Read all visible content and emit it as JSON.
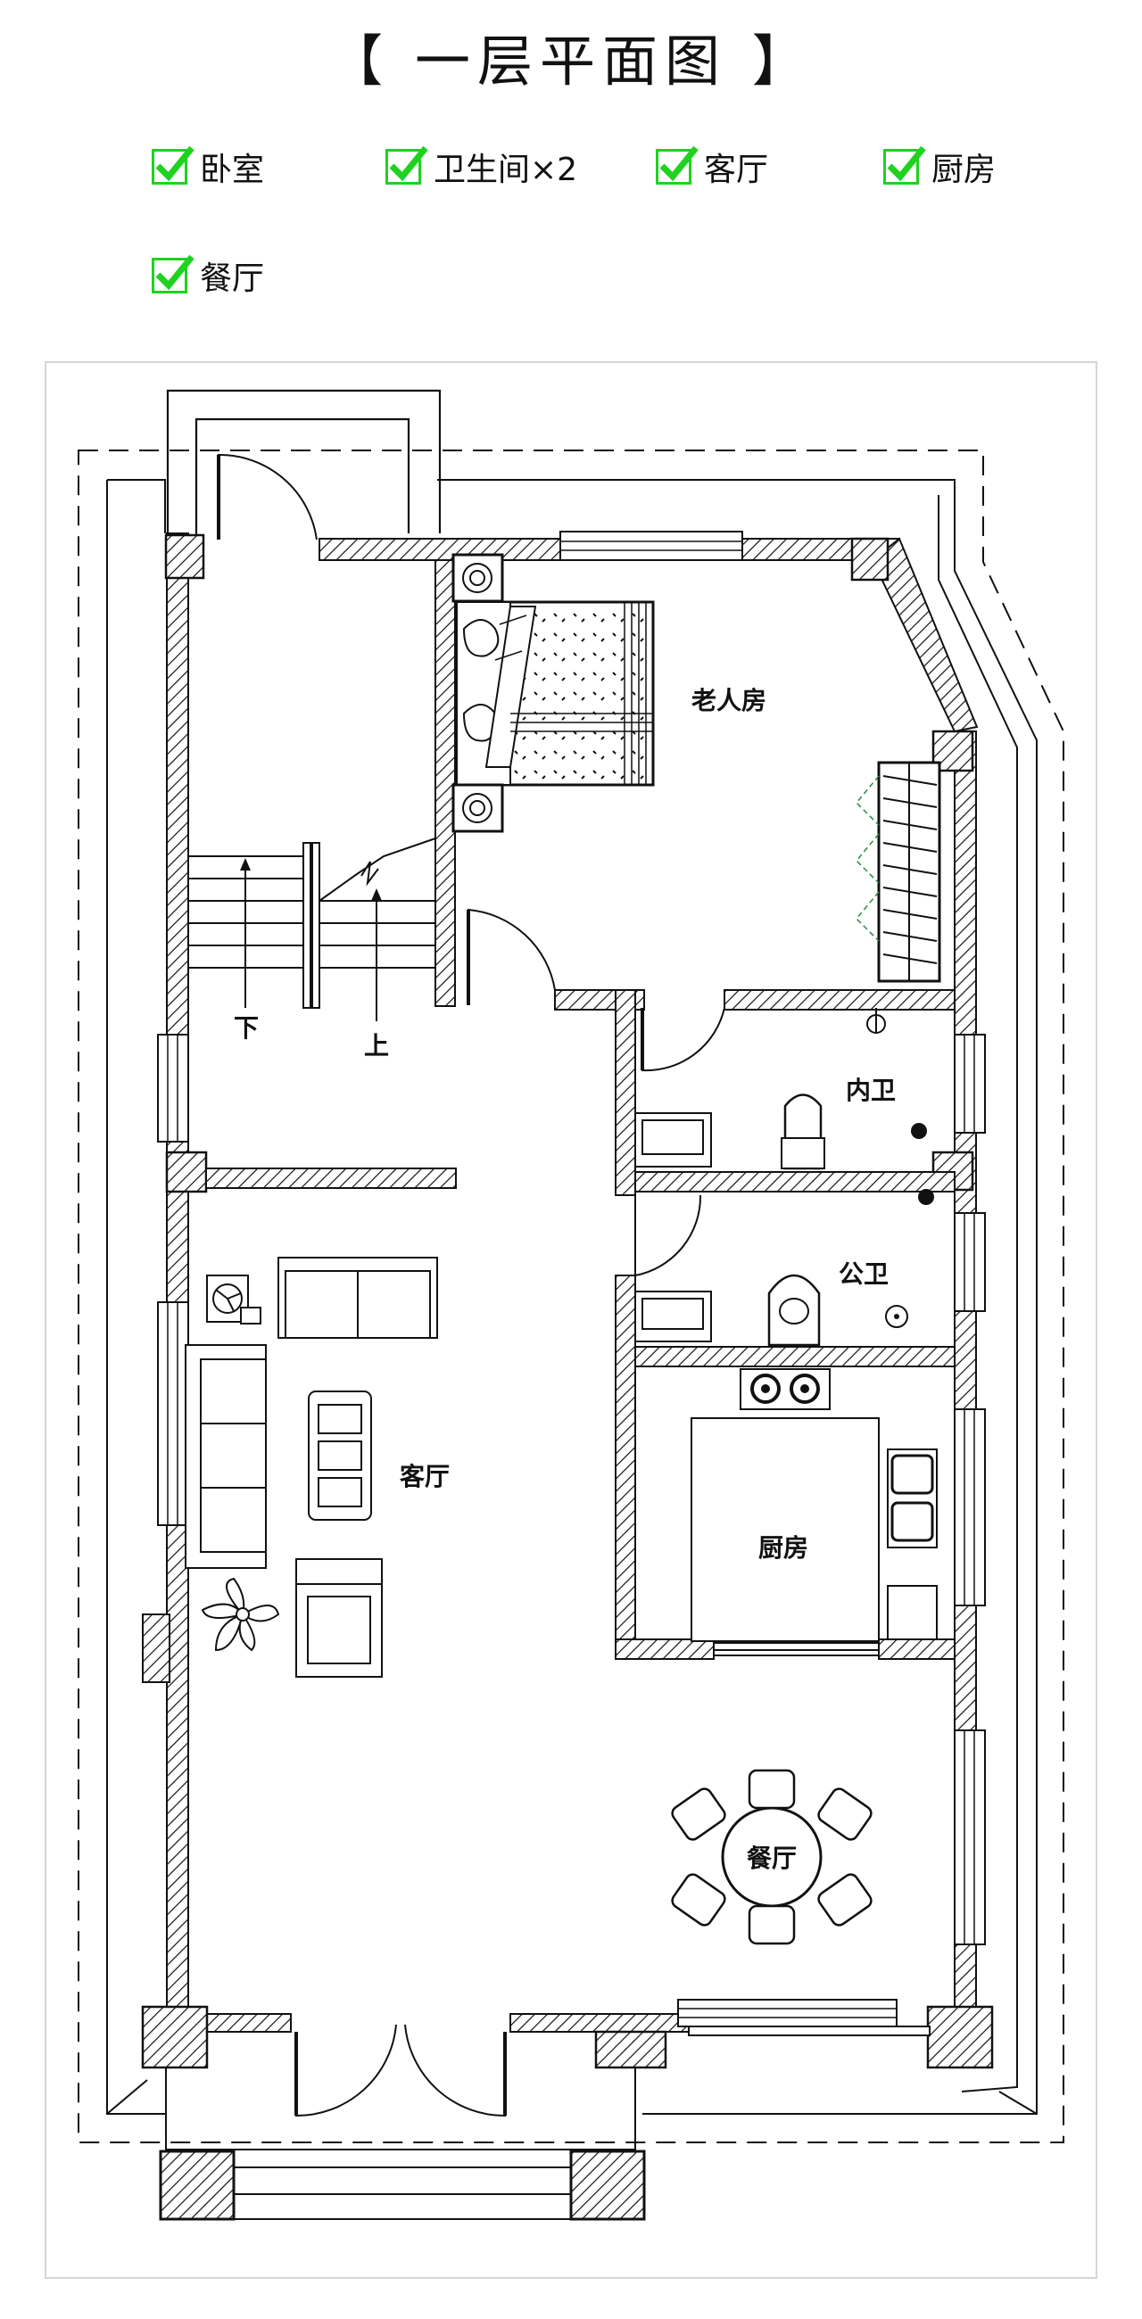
{
  "page": {
    "title": "【 一层平面图 】"
  },
  "legend": [
    {
      "label": "卧室",
      "checked": true
    },
    {
      "label": "卫生间×2",
      "checked": true
    },
    {
      "label": "客厅",
      "checked": true
    },
    {
      "label": "厨房",
      "checked": true
    },
    {
      "label": "餐厅",
      "checked": true
    }
  ],
  "plan": {
    "rooms": {
      "elder_room": "老人房",
      "inner_bath": "内卫",
      "public_bath": "公卫",
      "living": "客厅",
      "kitchen": "厨房",
      "dining": "餐厅"
    },
    "stairs": {
      "down": "下",
      "up": "上"
    }
  },
  "colors": {
    "check": "#1fd21f",
    "ink": "#111111",
    "frame": "#d6d6d6",
    "glass": "#bfe3ea"
  }
}
